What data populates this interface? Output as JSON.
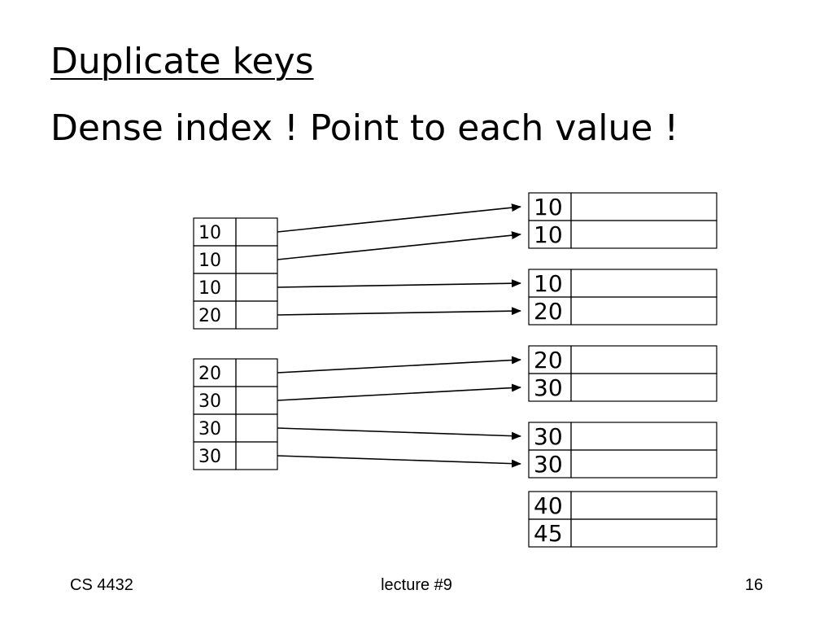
{
  "slide": {
    "title": "Duplicate keys",
    "subtitle": "Dense index ! Point to each value !"
  },
  "diagram": {
    "index_blocks": [
      {
        "keys": [
          "10",
          "10",
          "10",
          "20"
        ]
      },
      {
        "keys": [
          "20",
          "30",
          "30",
          "30"
        ]
      }
    ],
    "data_blocks": [
      {
        "keys": [
          "10",
          "10"
        ]
      },
      {
        "keys": [
          "10",
          "20"
        ]
      },
      {
        "keys": [
          "20",
          "30"
        ]
      },
      {
        "keys": [
          "30",
          "30"
        ]
      },
      {
        "keys": [
          "40",
          "45"
        ]
      }
    ],
    "pointers": [
      {
        "from": [
          0,
          0
        ],
        "to": [
          0,
          0
        ]
      },
      {
        "from": [
          0,
          1
        ],
        "to": [
          0,
          1
        ]
      },
      {
        "from": [
          0,
          2
        ],
        "to": [
          1,
          0
        ]
      },
      {
        "from": [
          0,
          3
        ],
        "to": [
          1,
          1
        ]
      },
      {
        "from": [
          1,
          0
        ],
        "to": [
          2,
          0
        ]
      },
      {
        "from": [
          1,
          1
        ],
        "to": [
          2,
          1
        ]
      },
      {
        "from": [
          1,
          2
        ],
        "to": [
          3,
          0
        ]
      },
      {
        "from": [
          1,
          3
        ],
        "to": [
          3,
          1
        ]
      }
    ]
  },
  "footer": {
    "course": "CS 4432",
    "lecture": "lecture #9",
    "page": "16"
  }
}
